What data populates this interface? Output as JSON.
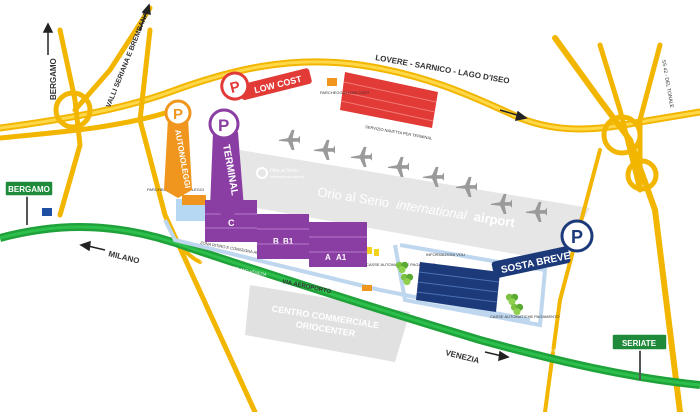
{
  "roads": {
    "bergamo_north": "BERGAMO",
    "valli": "VALLI SERIANA E BREMBANA",
    "lovere": "LOVERE - SARNICO - LAGO D'ISEO",
    "milano": "MILANO",
    "venezia": "VENEZIA",
    "via_aeroporto": "VIA AEROPORTO",
    "ss42": "SS 42 - DEL TONALE",
    "autostrada": "AUTOSTRADA A4 MILANO-VENEZIA"
  },
  "signs": {
    "bergamo": "BERGAMO",
    "seriate": "SERIATE"
  },
  "parking": {
    "low_cost": "LOW COST",
    "autonoleggi": "AUTONOLEGGI",
    "terminal": "TERMINAL",
    "sosta_breve": "SOSTA BREVE",
    "p_symbol": "P",
    "lots": {
      "c": "C",
      "b": "B",
      "b1": "B1",
      "a": "A",
      "a1": "A1"
    }
  },
  "airport": {
    "name_main": "Orio al Serio",
    "name_italic": "international",
    "name_end": "airport",
    "logo_line1": "Orio al Serio",
    "logo_line2": "international airport"
  },
  "notes": {
    "rental_lot": "PARCHEGGIO AUTONOLEGGI",
    "pickup_delivery": "ZONA RITIRO E CONSEGNA AUTO NOLEGGIO",
    "low_cost_shuttle": "SERVIZIO NAVETTA PER TERMINAL",
    "payment_left": "CASSE AUTOMATICHE PAGAMENTO",
    "payment_right": "CASSE AUTOMATICHE PAGAMENTO",
    "flight_info": "INFORMAZIONI VOLI",
    "low_cost_drop": "PARCHEGGIO LOW COST"
  },
  "center": {
    "line1": "CENTRO COMMERCIALE",
    "line2": "ORIOCENTER"
  },
  "colors": {
    "yellow_road": "#f2b600",
    "green_road": "#1fa23a",
    "purple": "#8a3ea3",
    "orange": "#f0961e",
    "red": "#e23a36",
    "navy": "#1c3a7a",
    "grey_zone": "#e3e3e3"
  },
  "icons": [
    "airplane-icon",
    "parking-icon",
    "north-arrow-icon",
    "tree-icon"
  ]
}
